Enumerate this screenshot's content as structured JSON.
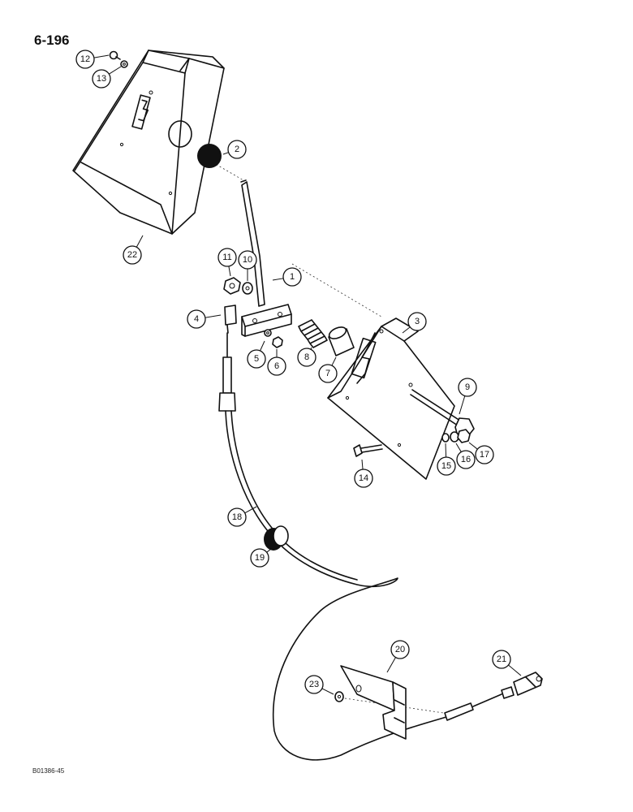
{
  "page_number": "6-196",
  "figure_code": "B01386-45",
  "callouts": [
    "1",
    "2",
    "3",
    "4",
    "5",
    "6",
    "7",
    "8",
    "9",
    "10",
    "11",
    "12",
    "13",
    "14",
    "15",
    "16",
    "17",
    "18",
    "19",
    "20",
    "21",
    "22",
    "23"
  ]
}
